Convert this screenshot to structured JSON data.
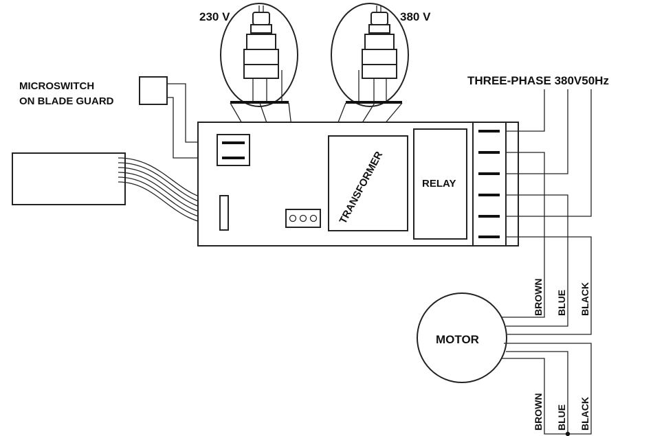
{
  "labels": {
    "voltage_230": "230 V",
    "voltage_380": "380 V",
    "microswitch_line1": "MICROSWITCH",
    "microswitch_line2": "ON BLADE GUARD",
    "supply": "THREE-PHASE 380V50Hz",
    "transformer": "TRANSFORMER",
    "relay": "RELAY",
    "motor": "MOTOR",
    "wire_brown": "BROWN",
    "wire_blue": "BLUE",
    "wire_black": "BLACK"
  },
  "colors": {
    "line": "#222222",
    "background": "#ffffff"
  }
}
